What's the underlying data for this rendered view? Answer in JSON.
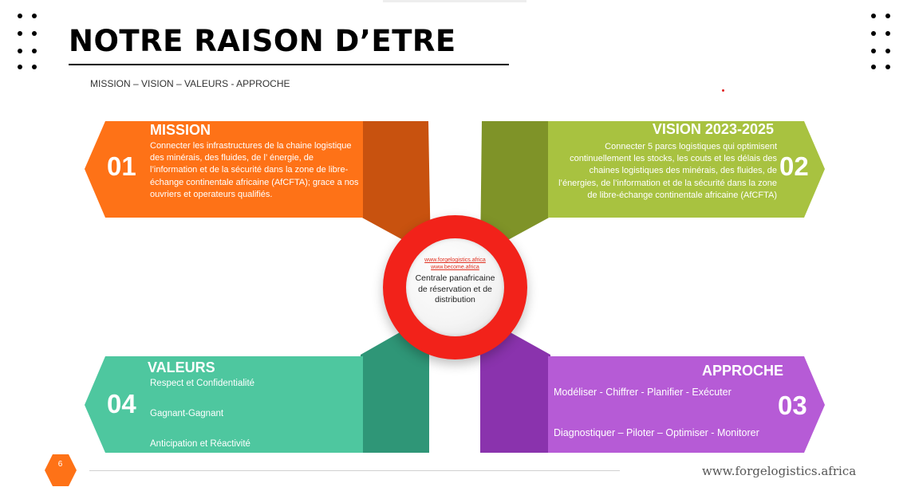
{
  "slide": {
    "title": "NOTRE RAISON D’ETRE",
    "subtitle": "MISSION – VISION – VALEURS - APPROCHE",
    "page_number": "6",
    "footer_url": "www.forgelogistics.africa"
  },
  "mission": {
    "number": "01",
    "heading": "MISSION",
    "text": "Connecter les infrastructures de la chaine logistique des minérais, des fluides, de l’ énergie, de l’information et de la sécurité dans la zone de libre-échange continentale africaine (AfCFTA); grace a nos ouvriers et operateurs qualifiés.",
    "color": "#fe7217"
  },
  "vision": {
    "number": "02",
    "heading": "VISION 2023-2025",
    "text": "Connecter 5 parcs logistiques qui optimisent continuellement les stocks, les couts et les délais des chaines logistiques des minérais, des fluides, de l’énergies, de l’information et de la sécurité dans la zone de libre-échange continentale africaine (AfCFTA)",
    "color": "#a8c240"
  },
  "values": {
    "number": "04",
    "heading": "VALEURS",
    "items": [
      "Respect et Confidentialité",
      "Gagnant-Gagnant",
      "Anticipation et Réactivité"
    ],
    "color": "#4ec79f"
  },
  "approach": {
    "number": "03",
    "heading": "APPROCHE",
    "items": [
      "Modéliser - Chiffrer - Planifier - Exécuter",
      "Diagnostiquer – Piloter – Optimiser - Monitorer"
    ],
    "color": "#b65bd6"
  },
  "center": {
    "link1": "www.forgelogistics.africa",
    "link2": "www.become.africa",
    "text": "Centrale panafricaine de réservation et de distribution",
    "color": "#f2221a"
  }
}
